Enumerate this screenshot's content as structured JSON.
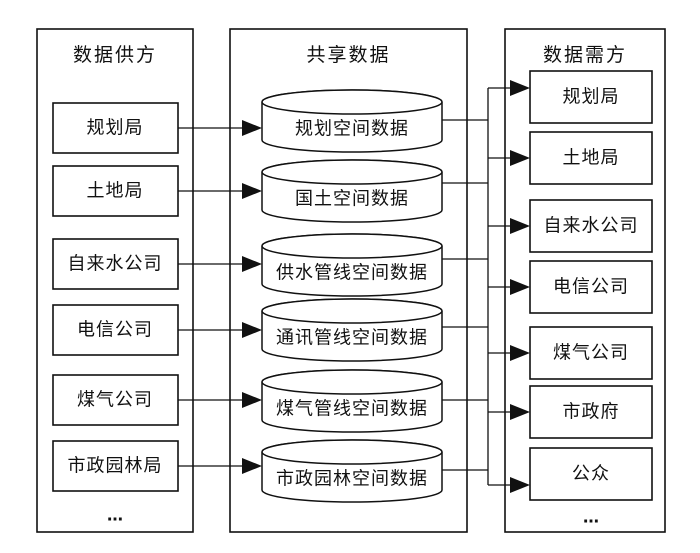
{
  "supply": {
    "title": "数据供方",
    "items": [
      "规划局",
      "土地局",
      "自来水公司",
      "电信公司",
      "煤气公司",
      "市政园林局"
    ],
    "ellipsis": "…"
  },
  "shared": {
    "title": "共享数据",
    "items": [
      "规划空间数据",
      "国土空间数据",
      "供水管线空间数据",
      "通讯管线空间数据",
      "煤气管线空间数据",
      "市政园林空间数据"
    ]
  },
  "demand": {
    "title": "数据需方",
    "items": [
      "规划局",
      "土地局",
      "自来水公司",
      "电信公司",
      "煤气公司",
      "市政府",
      "公众"
    ],
    "ellipsis": "…"
  }
}
